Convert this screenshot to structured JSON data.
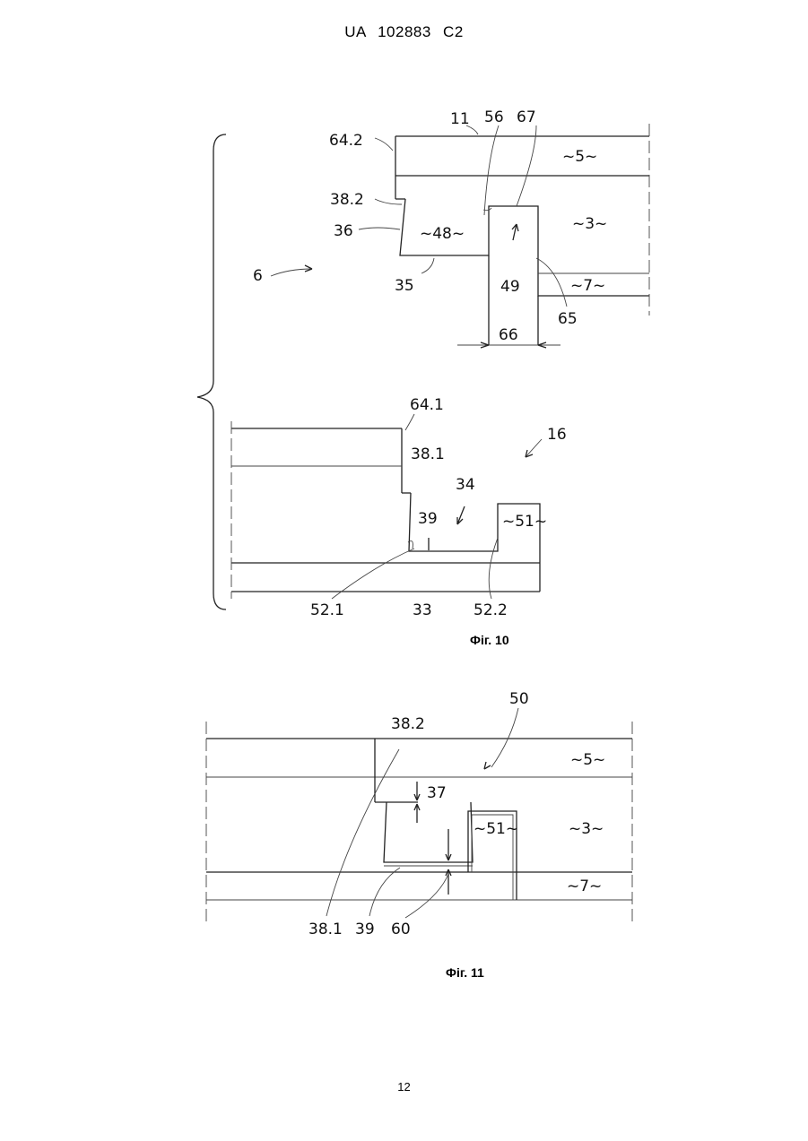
{
  "header": "UA 102883 C2",
  "figures": [
    {
      "caption": "Фіг. 10",
      "labels": {
        "l_11": "11",
        "l_56": "56",
        "l_67": "67",
        "l_642": "64.2",
        "l_5": "~5~",
        "l_382": "38.2",
        "l_36": "36",
        "l_48": "~48~",
        "l_3": "~3~",
        "l_6": "6",
        "l_49": "49",
        "l_7": "~7~",
        "l_35": "35",
        "l_65": "65",
        "l_66": "66",
        "l_641": "64.1",
        "l_16": "16",
        "l_381": "38.1",
        "l_34": "34",
        "l_39": "39",
        "l_51": "~51~",
        "l_521": "52.1",
        "l_33": "33",
        "l_522": "52.2"
      }
    },
    {
      "caption": "Фіг. 11",
      "labels": {
        "l_50": "50",
        "l_382": "38.2",
        "l_5": "~5~",
        "l_37": "37",
        "l_51": "~51~",
        "l_3": "~3~",
        "l_7": "~7~",
        "l_381": "38.1",
        "l_39": "39",
        "l_60": "60"
      }
    }
  ],
  "page_number": "12"
}
